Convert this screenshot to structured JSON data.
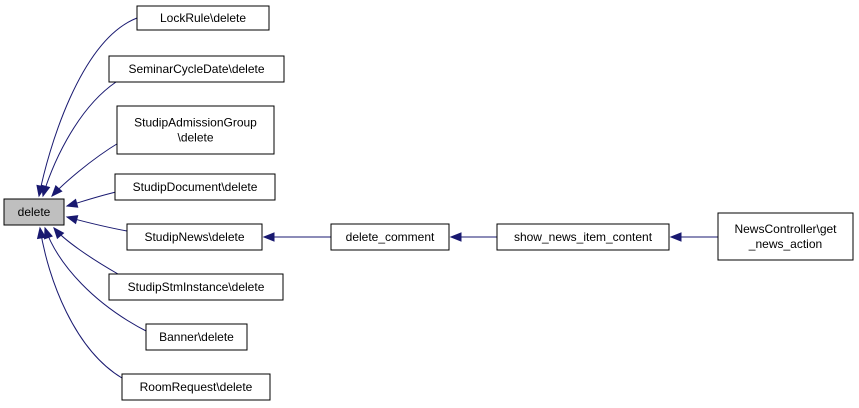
{
  "graph": {
    "nodes": {
      "delete": [
        "delete"
      ],
      "lockrule": [
        "LockRule\\delete"
      ],
      "seminarcycledate": [
        "SeminarCycleDate\\delete"
      ],
      "studipadmissiongroup": [
        "StudipAdmissionGroup",
        "\\delete"
      ],
      "studipdocument": [
        "StudipDocument\\delete"
      ],
      "studipnews": [
        "StudipNews\\delete"
      ],
      "studipstminstance": [
        "StudipStmInstance\\delete"
      ],
      "banner": [
        "Banner\\delete"
      ],
      "roomrequest": [
        "RoomRequest\\delete"
      ],
      "delete_comment": [
        "delete_comment"
      ],
      "show_news_item_content": [
        "show_news_item_content"
      ],
      "newscontroller": [
        "NewsController\\get",
        "_news_action"
      ]
    },
    "edges": [
      {
        "from": "lockrule",
        "to": "delete"
      },
      {
        "from": "seminarcycledate",
        "to": "delete"
      },
      {
        "from": "studipadmissiongroup",
        "to": "delete"
      },
      {
        "from": "studipdocument",
        "to": "delete"
      },
      {
        "from": "studipnews",
        "to": "delete"
      },
      {
        "from": "studipstminstance",
        "to": "delete"
      },
      {
        "from": "banner",
        "to": "delete"
      },
      {
        "from": "roomrequest",
        "to": "delete"
      },
      {
        "from": "delete_comment",
        "to": "studipnews"
      },
      {
        "from": "show_news_item_content",
        "to": "delete_comment"
      },
      {
        "from": "newscontroller",
        "to": "show_news_item_content"
      }
    ],
    "colors": {
      "edge": "#191970",
      "root_fill": "#bfbfbf",
      "node_fill": "#ffffff",
      "border": "#000000"
    }
  }
}
